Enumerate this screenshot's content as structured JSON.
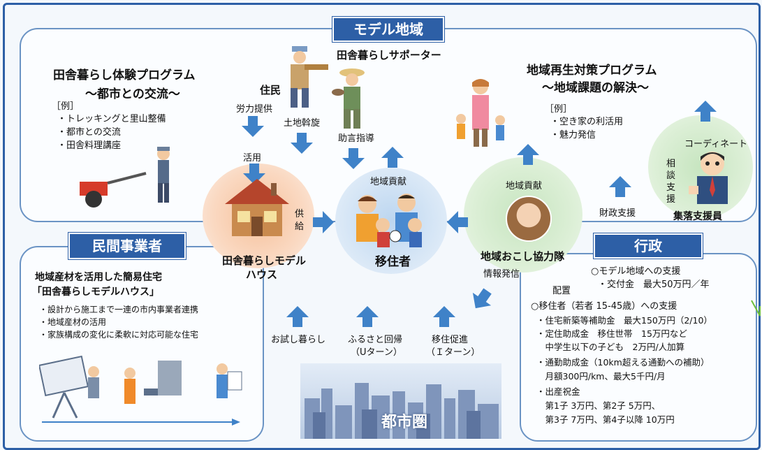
{
  "model_region": {
    "title": "モデル地域",
    "program_left": {
      "title1": "田舎暮らし体験プログラム",
      "title2": "～都市との交流～",
      "example_label": "［例］",
      "items": [
        "・トレッキングと里山整備",
        "・都市との交流",
        "・田舎料理講座"
      ]
    },
    "program_right": {
      "title1": "地域再生対策プログラム",
      "title2": "～地域課題の解決～",
      "example_label": "［例］",
      "items": [
        "・空き家の利活用",
        "・魅力発信"
      ]
    },
    "residents": "住民",
    "supporter": "田舎暮らしサポーター",
    "labor": "労力提供",
    "land": "土地斡旋",
    "advice": "助言指導",
    "utilize": "活用",
    "supply1": "供",
    "supply2": "給",
    "contribution_center": "地域貢献",
    "contribution_right": "地域貢献",
    "coordinate": "コーディネート",
    "consult1": "相",
    "consult2": "談",
    "consult3": "支",
    "consult4": "援",
    "staff": "集落支援員",
    "finance": "財政支援"
  },
  "model_house": {
    "line1": "田舎暮らしモデル",
    "line2": "ハウス"
  },
  "migrants": "移住者",
  "cooperation_team": "地域おこし協力隊",
  "info": "情報発信",
  "placement": "配置",
  "private": {
    "title": "民間事業者",
    "heading1": "地域産材を活用した簡易住宅",
    "heading2": "「田舎暮らしモデルハウス」",
    "items": [
      "・設計から施工まで一連の市内事業者連携",
      "・地域産材の活用",
      "・家族構成の変化に柔軟に対応可能な住宅"
    ]
  },
  "flows": {
    "trial": "お試し暮らし",
    "u_turn1": "ふるさと回帰",
    "u_turn2": "（Uターン）",
    "i_turn1": "移住促進",
    "i_turn2": "（Ｉターン）"
  },
  "city": "都市圏",
  "admin": {
    "title": "行政",
    "lines": [
      "○モデル地域への支援",
      "・交付金　最大50万円／年",
      "○移住者（若者 15-45歳）への支援",
      "・住宅新築等補助金　最大150万円（2/10）",
      "・定住助成金　移住世帯　15万円など",
      "　中学生以下の子ども　2万円/人加算",
      "・通勤助成金（10km超える通勤への補助）",
      "　月額300円/km、最大5千円/月",
      "・出産祝金",
      "　第1子 3万円、第2子 5万円、",
      "　第3子 7万円、第4子以降 10万円"
    ]
  },
  "colors": {
    "frame": "#2d5fa6",
    "box_border": "#6a93c4",
    "header": "#2d5fa6",
    "arrow": "#3f82c8",
    "orange_circle": "#f7c9a8",
    "blue_circle": "#cde0f3",
    "green_circle": "#d7ecd2"
  }
}
